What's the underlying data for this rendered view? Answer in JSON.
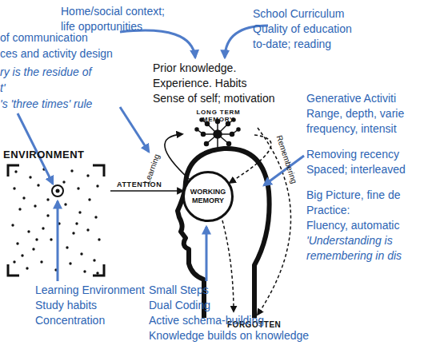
{
  "diagram": {
    "nodes": [
      {
        "text": [
          "ENVIRONMENT"
        ]
      },
      {
        "text": [
          "LONG TERM MEMORY"
        ]
      },
      {
        "text": [
          "WORKING MEMORY"
        ]
      }
    ],
    "edges": [
      {
        "from": 0,
        "to": 2,
        "arrow": "to",
        "label": "ATTENTION"
      },
      {
        "from": 2,
        "to": 1,
        "arrow": "to",
        "label": "Learning"
      },
      {
        "from": 1,
        "to": 2,
        "arrow": "to",
        "label": "Remembering"
      }
    ],
    "labels": [
      "Home/social context;",
      "life opportunities",
      "School Curriculum",
      "Quality of education",
      "to-date; reading",
      "Prior knowledge.",
      "Experience. Habits",
      "Sense of self; motivation",
      "of communication",
      "ces and activity design",
      "ry is the residue of",
      "t'",
      "'s 'three times' rule",
      "Generative Activiti",
      "Range, depth, varie",
      "frequency, intensit",
      "Removing recency",
      "Spaced; interleaved",
      "Big Picture, fine de",
      "Practice:",
      "Fluency, automatic",
      "'Understanding is",
      "remembering in dis",
      "FORGOTTEN",
      "Learning Environment",
      "Study habits",
      "Concentration",
      "Small Steps",
      "Dual Coding",
      "Active schema-building",
      "Knowledge builds on knowledge"
    ]
  }
}
